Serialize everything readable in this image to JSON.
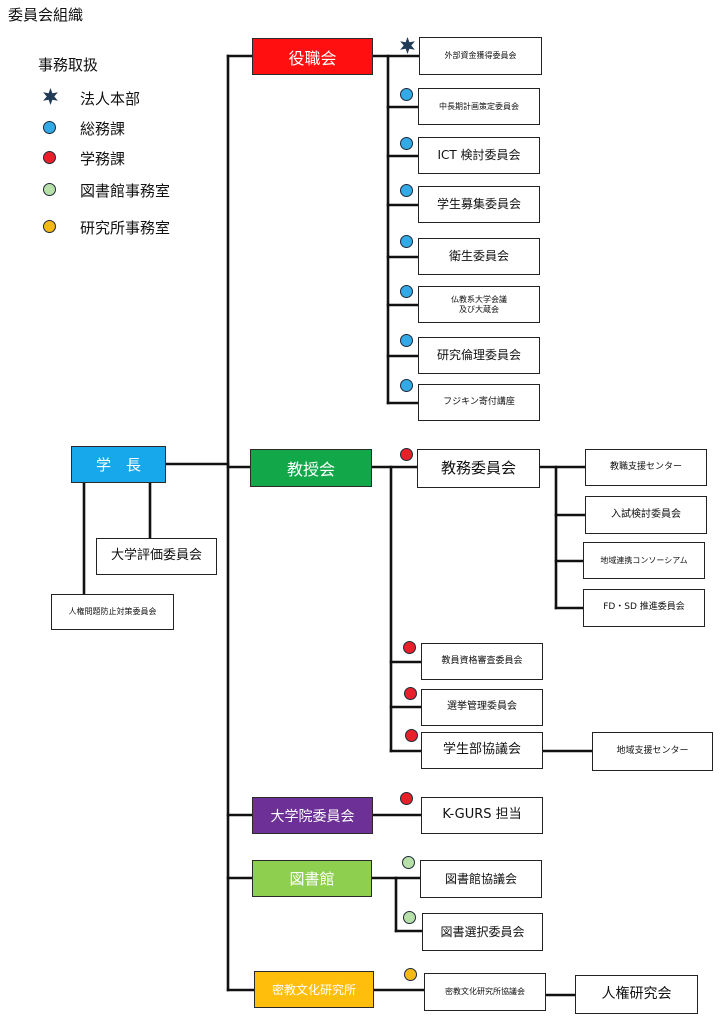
{
  "title": "委員会組織",
  "legend": {
    "heading": "事務取扱",
    "items": [
      {
        "shape": "star",
        "color": "#1f3b57",
        "label": "法人本部"
      },
      {
        "shape": "dot",
        "color": "#33a9e6",
        "label": "総務課"
      },
      {
        "shape": "dot",
        "color": "#e8202a",
        "label": "学務課"
      },
      {
        "shape": "dot",
        "color": "#b7e0a9",
        "label": "図書館事務室"
      },
      {
        "shape": "dot",
        "color": "#f5b917",
        "label": "研究所事務室"
      }
    ]
  },
  "colors": {
    "navy": "#1f3b57",
    "blue": "#33a9e6",
    "red": "#e8202a",
    "green": "#b7e0a9",
    "yellow": "#f5b917"
  },
  "nodes": {
    "president": {
      "label": "学　長",
      "color": "#16a8ea"
    },
    "univ_eval": {
      "label": "大学評価委員会"
    },
    "human_rights": {
      "label": "人権問題防止対策委員会"
    },
    "yakushokukai": {
      "label": "役職会",
      "color": "#ff0f0f"
    },
    "kyojukai": {
      "label": "教授会",
      "color": "#12a84a"
    },
    "daigakuin": {
      "label": "大学院委員会",
      "color": "#6c3096"
    },
    "toshokan": {
      "label": "図書館",
      "color": "#8fcf4f"
    },
    "mikkyo": {
      "label": "密教文化研究所",
      "color": "#ffbe0c"
    }
  },
  "yakushoku_children": [
    {
      "label": "外部資金獲得委員会",
      "mark": "star"
    },
    {
      "label": "中長期計画策定委員会",
      "mark": "blue"
    },
    {
      "label": "ICT 検討委員会",
      "mark": "blue"
    },
    {
      "label": "学生募集委員会",
      "mark": "blue"
    },
    {
      "label": "衛生委員会",
      "mark": "blue"
    },
    {
      "label1": "仏教系大学会議",
      "label2": "及び大蔵会",
      "mark": "blue"
    },
    {
      "label": "研究倫理委員会",
      "mark": "blue"
    },
    {
      "label": "フジキン寄付講座",
      "mark": "blue"
    }
  ],
  "kyojukai_children": [
    {
      "label": "教務委員会",
      "mark": "red"
    },
    {
      "label": "教員資格審査委員会",
      "mark": "red"
    },
    {
      "label": "選挙管理委員会",
      "mark": "red"
    },
    {
      "label": "学生部協議会",
      "mark": "red"
    }
  ],
  "kyomu_children": [
    "教職支援センター",
    "入試検討委員会",
    "地域連携コンソーシアム",
    "FD・SD 推進委員会"
  ],
  "gakuseibu_child": "地域支援センター",
  "daigakuin_child": {
    "label": "K-GURS 担当",
    "mark": "red"
  },
  "toshokan_children": [
    {
      "label": "図書館協議会",
      "mark": "green"
    },
    {
      "label": "図書選択委員会",
      "mark": "green"
    }
  ],
  "mikkyo_child": {
    "label": "密教文化研究所協議会",
    "mark": "yellow"
  },
  "mikkyo_sub": "人権研究会"
}
